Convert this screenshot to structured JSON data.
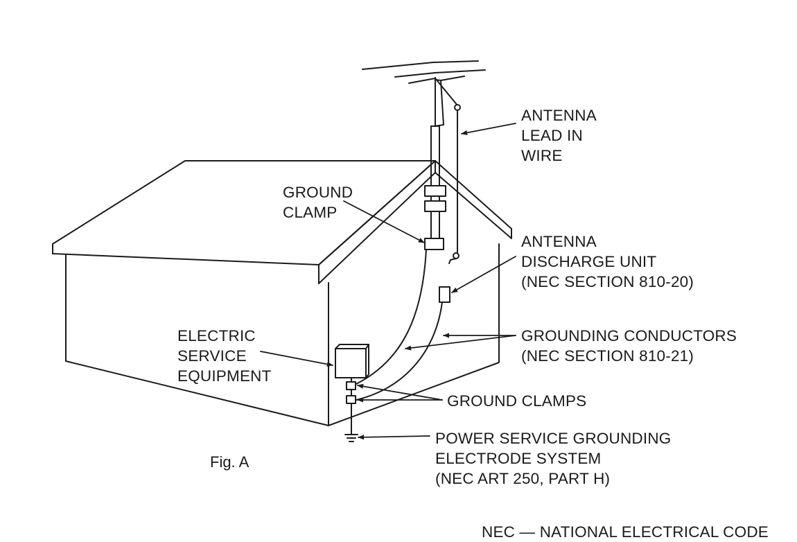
{
  "labels": {
    "antenna_lead_in": [
      "ANTENNA",
      "LEAD IN",
      "WIRE"
    ],
    "ground_clamp": [
      "GROUND",
      "CLAMP"
    ],
    "antenna_discharge": [
      "ANTENNA",
      "DISCHARGE UNIT",
      "(NEC SECTION 810-20)"
    ],
    "electric_service": [
      "ELECTRIC",
      "SERVICE",
      "EQUIPMENT"
    ],
    "grounding_conductors": [
      "GROUNDING CONDUCTORS",
      "(NEC SECTION 810-21)"
    ],
    "ground_clamps": "GROUND CLAMPS",
    "power_service": [
      "POWER SERVICE GROUNDING",
      "ELECTRODE SYSTEM",
      "(NEC ART 250, PART H)"
    ],
    "figure_caption": "Fig. A",
    "footnote": "NEC — NATIONAL ELECTRICAL CODE"
  },
  "colors": {
    "line": "#1a1a1a",
    "background": "#ffffff"
  }
}
